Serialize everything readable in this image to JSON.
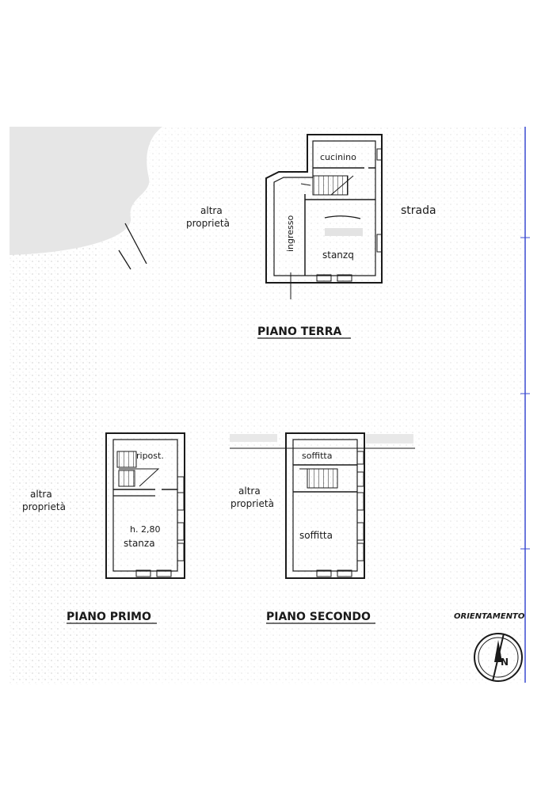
{
  "floors": {
    "ground": {
      "title": "PIANO TERRA",
      "rooms": {
        "kitchen": "cucinino",
        "entrance": "ingresso",
        "room": "stanzq"
      },
      "neighbour_label": [
        "altra",
        "proprietà"
      ],
      "street_label": "strada"
    },
    "first": {
      "title": "PIANO PRIMO",
      "rooms": {
        "storage": "ripost.",
        "height": "h. 2,80",
        "room": "stanza"
      },
      "neighbour_label": [
        "altra",
        "proprietà"
      ]
    },
    "second": {
      "title": "PIANO SECONDO",
      "rooms": {
        "attic_top": "soffitta",
        "attic_main": "soffitta"
      },
      "neighbour_label": [
        "altra",
        "proprietà"
      ]
    }
  },
  "orientation": {
    "label": "ORIENTAMENTO",
    "north": "N"
  },
  "colors": {
    "ink": "#1a1a1a",
    "grid_line": "#3b4bd1",
    "redaction": "#e6e6e6"
  }
}
